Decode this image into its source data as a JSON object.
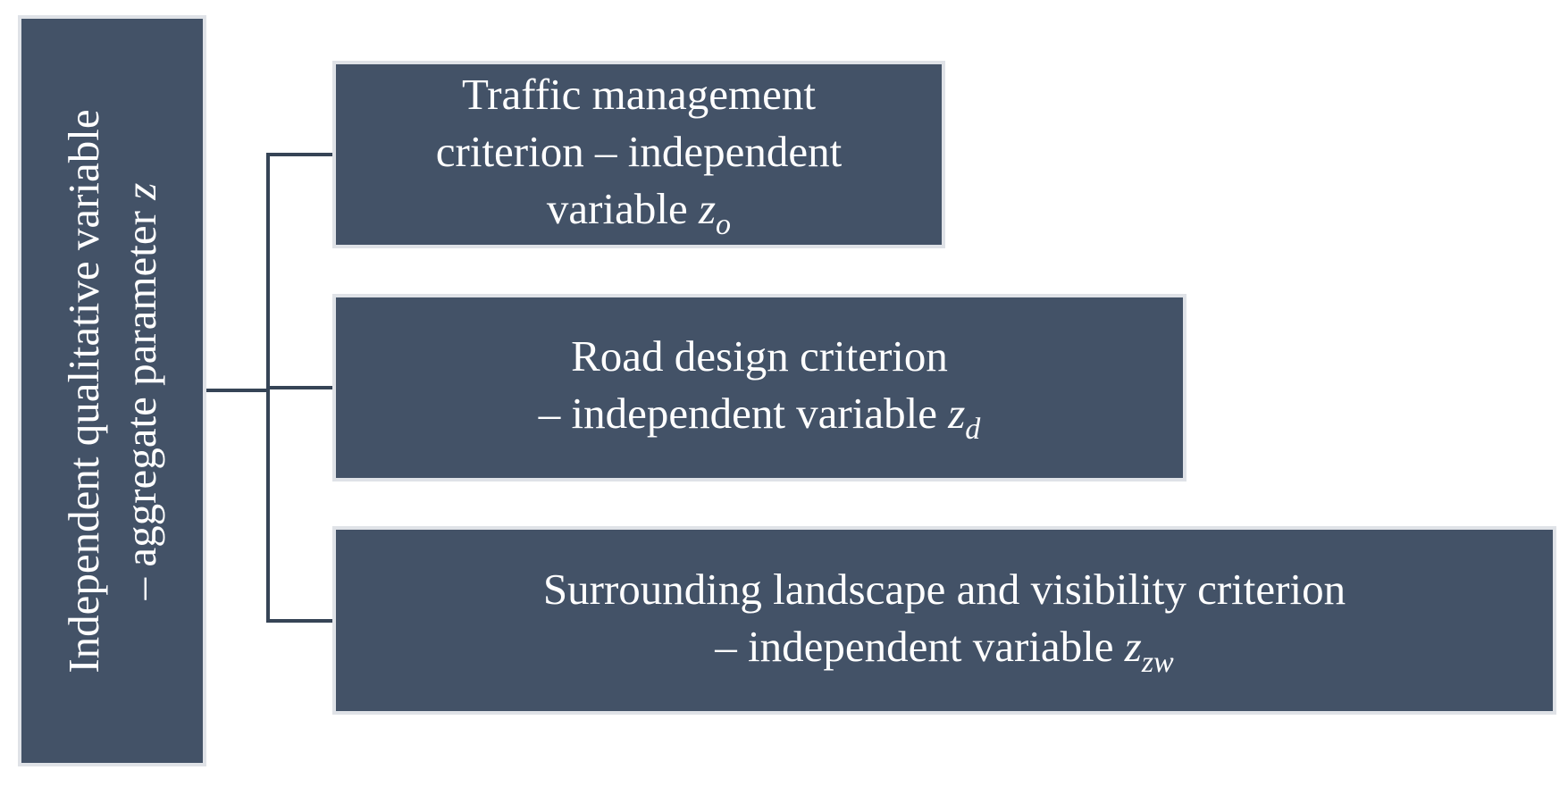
{
  "root": {
    "line1": "Independent qualitative variable",
    "line2_prefix": "– aggregate parameter ",
    "line2_var": "z"
  },
  "children": [
    {
      "line1": "Traffic management",
      "line2": "criterion – independent",
      "line3_prefix": "variable ",
      "var": "z",
      "sub": "o"
    },
    {
      "line1": "Road design criterion",
      "line2_prefix": "– independent variable ",
      "var": "z",
      "sub": "d"
    },
    {
      "line1": "Surrounding landscape and visibility criterion",
      "line2_prefix": "– independent variable ",
      "var": "z",
      "sub": "zw"
    }
  ],
  "colors": {
    "box_fill": "#435267",
    "box_border": "#dfe2e7",
    "connector": "#364456",
    "text": "#ffffff"
  }
}
